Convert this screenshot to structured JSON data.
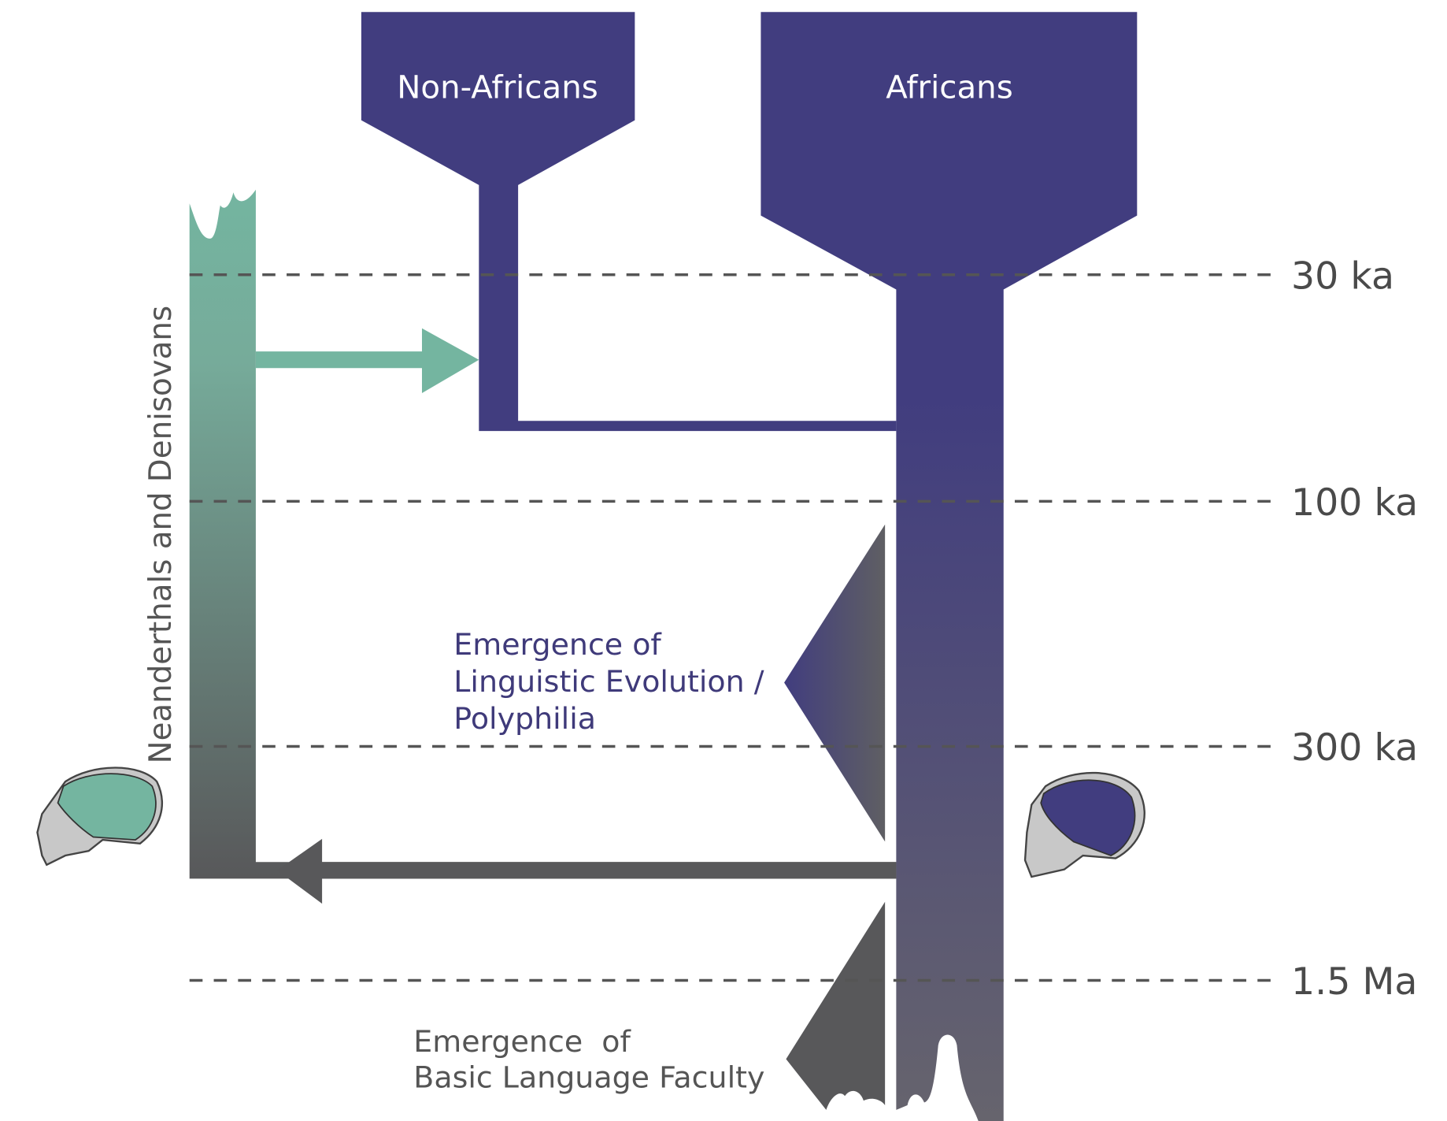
{
  "groups": {
    "non_africans": "Non-Africans",
    "africans": "Africans",
    "archaic": "Neanderthals and Denisovans"
  },
  "timeline": [
    {
      "label": "30 ka"
    },
    {
      "label": "100 ka"
    },
    {
      "label": "300 ka"
    },
    {
      "label": "1.5 Ma"
    }
  ],
  "annotations": {
    "linguistic": [
      "Emergence of",
      "Linguistic Evolution /",
      "Polyphilia"
    ],
    "basic": [
      "Emergence  of",
      "Basic Language Faculty"
    ]
  },
  "colors": {
    "modern": "#413d7f",
    "archaic": "#74b5a0",
    "gray": "#58585a",
    "dash": "#555555"
  }
}
